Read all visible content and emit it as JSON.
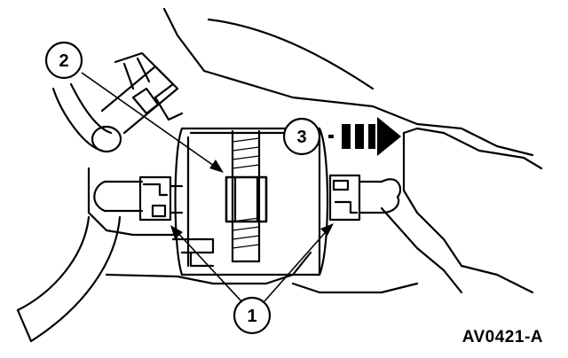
{
  "figure": {
    "code": "AV0421-A",
    "callouts": [
      {
        "label": "1"
      },
      {
        "label": "2"
      },
      {
        "label": "3"
      }
    ]
  },
  "colors": {
    "ink": "#000000",
    "paper": "#ffffff"
  }
}
